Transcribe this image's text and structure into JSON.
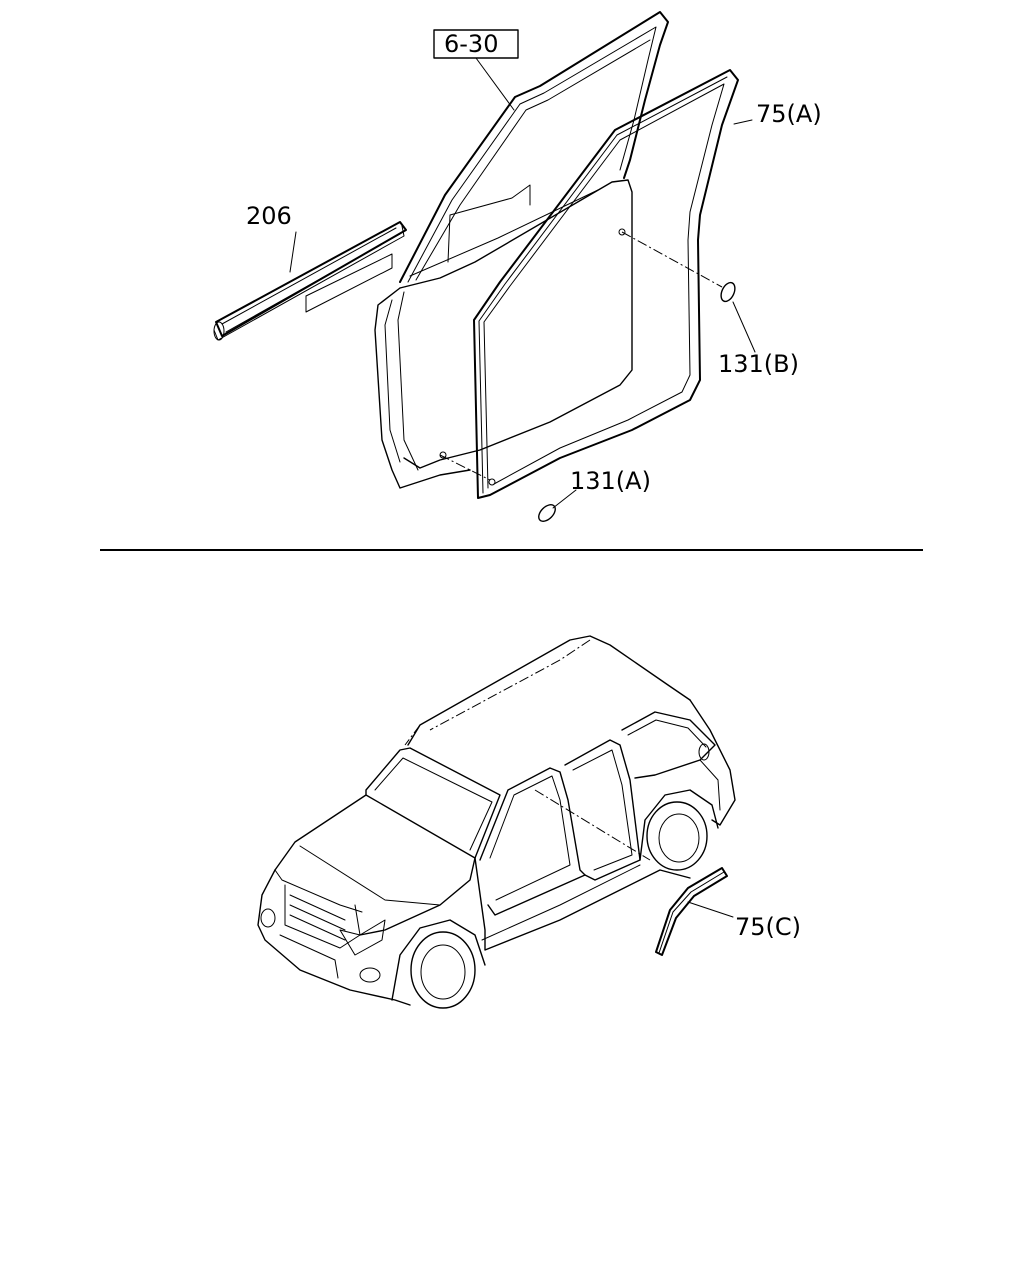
{
  "callouts": {
    "ref_6_30": "6-30",
    "part_75a": "75(A)",
    "part_206": "206",
    "part_131b": "131(B)",
    "part_131a": "131(A)",
    "part_75c": "75(C)"
  }
}
